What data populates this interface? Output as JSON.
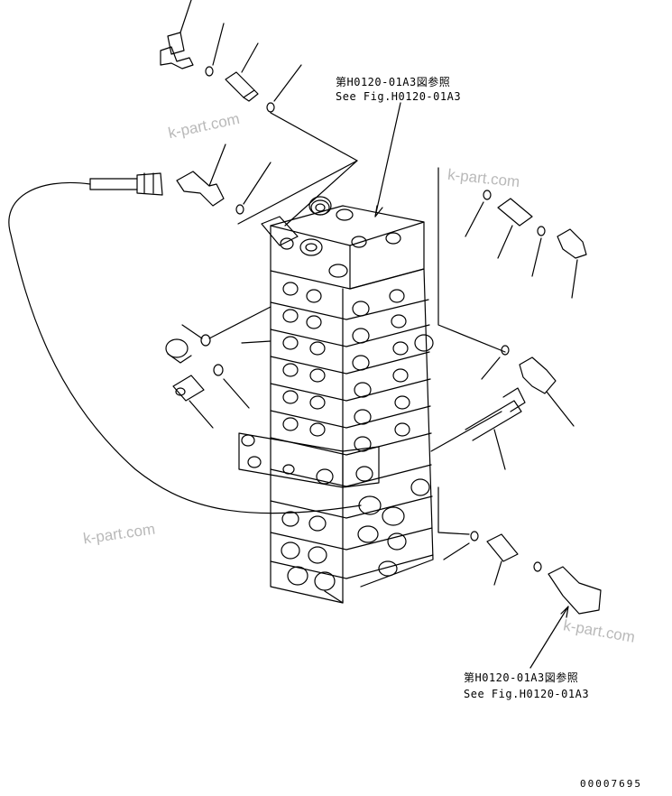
{
  "callouts": [
    {
      "id": "ref-top",
      "jp": "第H0120-01A3図参照",
      "en": "See Fig.H0120-01A3"
    },
    {
      "id": "ref-bottom",
      "jp": "第H0120-01A3図参照",
      "en": "See Fig.H0120-01A3"
    }
  ],
  "watermarks": [
    "k-part.com",
    "k-part.com",
    "k-part.com",
    "k-part.com"
  ],
  "doc_number": "00007695",
  "colors": {
    "ink": "#000000",
    "watermark": "#b9b9b9",
    "background": "#ffffff"
  }
}
